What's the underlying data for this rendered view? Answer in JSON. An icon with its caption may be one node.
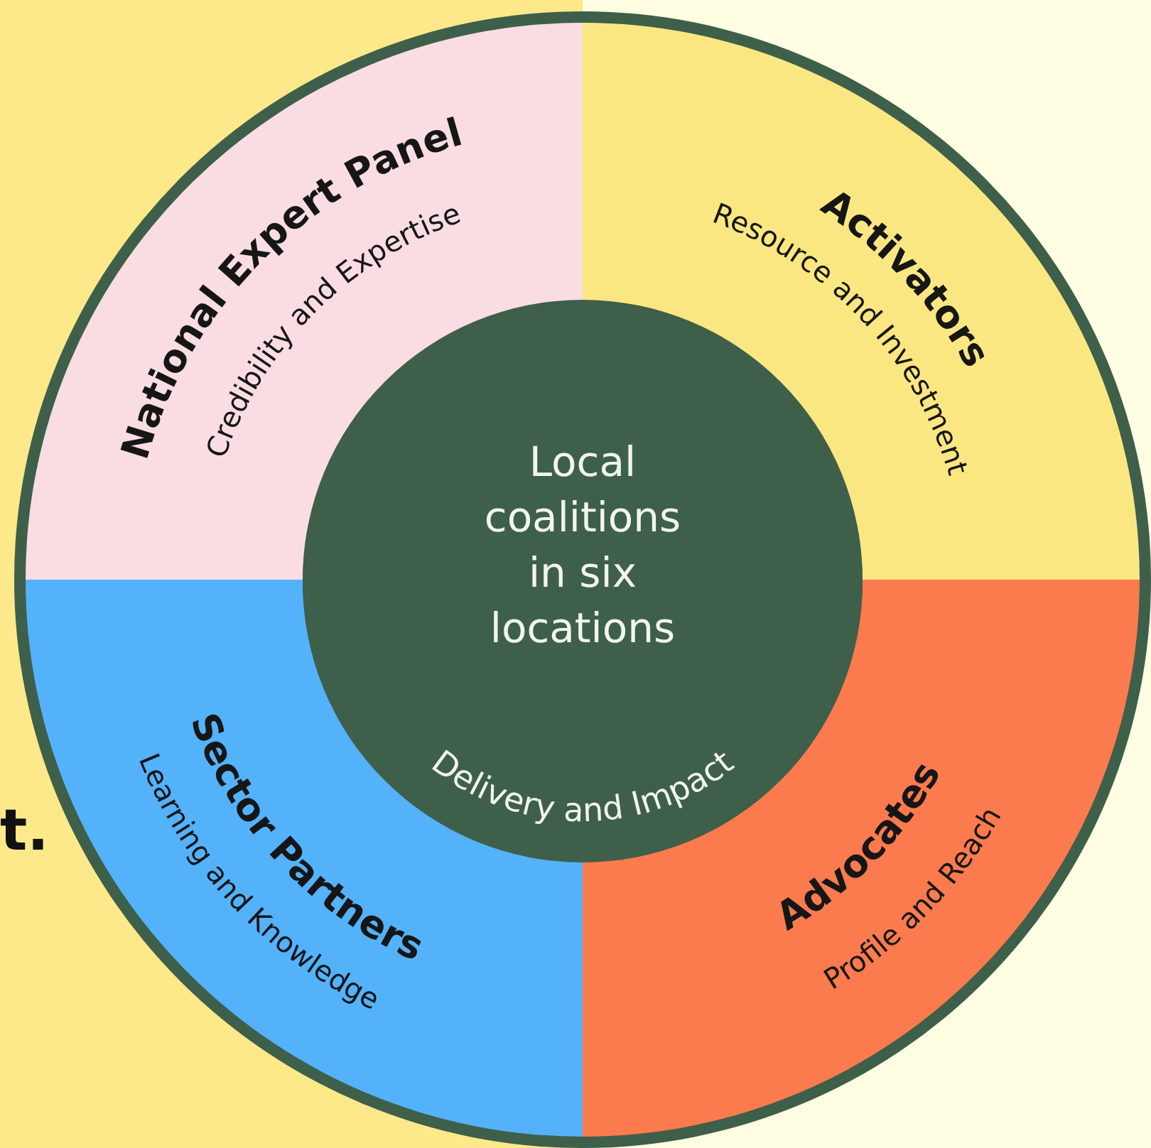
{
  "diagram": {
    "nodes": [
      {
        "text": [
          "National Expert Panel",
          "Credibility and Expertise"
        ]
      },
      {
        "text": [
          "Activators",
          "Resource and Investment"
        ]
      },
      {
        "text": [
          "Sector Partners",
          "Learning and Knowledge"
        ]
      },
      {
        "text": [
          "Advocates",
          "Profile and Reach"
        ]
      },
      {
        "text": [
          "Local coalitions in six locations",
          "Delivery and Impact"
        ]
      }
    ],
    "labels": [
      "t."
    ]
  }
}
